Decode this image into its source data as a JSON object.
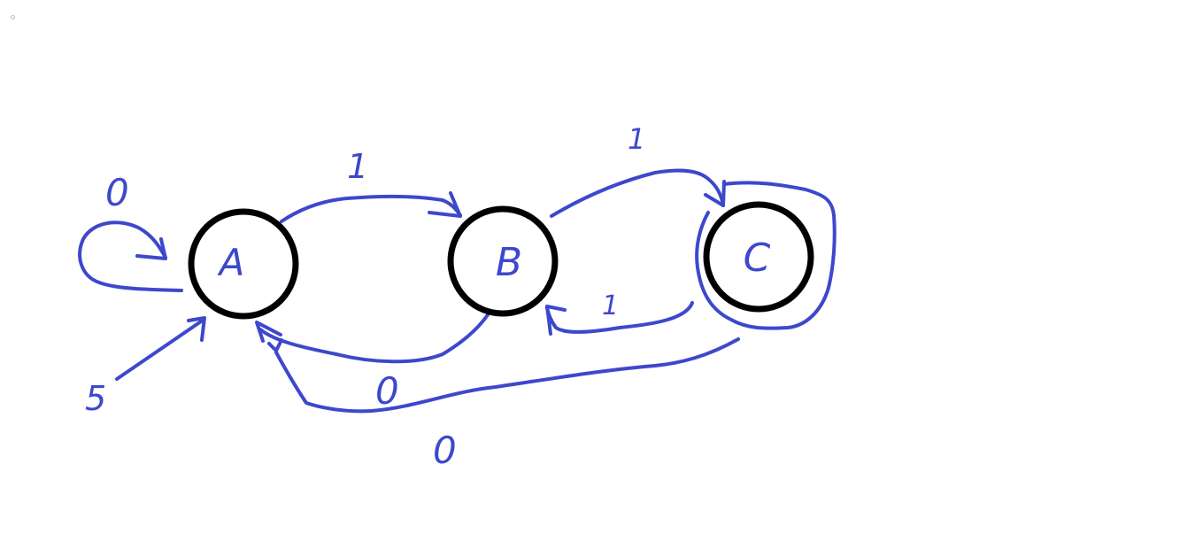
{
  "colors": {
    "ink": "#3d48cc",
    "node_outline": "#000000",
    "background": "#ffffff"
  },
  "states": [
    {
      "id": "A",
      "label": "A",
      "accepting": false,
      "initial": true
    },
    {
      "id": "B",
      "label": "B",
      "accepting": false,
      "initial": false
    },
    {
      "id": "C",
      "label": "C",
      "accepting": true,
      "initial": false
    }
  ],
  "initial_arrow_label": "5",
  "transitions": [
    {
      "from": "A",
      "to": "A",
      "label": "0"
    },
    {
      "from": "A",
      "to": "B",
      "label": "1"
    },
    {
      "from": "B",
      "to": "C",
      "label": "1"
    },
    {
      "from": "C",
      "to": "B",
      "label": "1"
    },
    {
      "from": "B",
      "to": "A",
      "label": "0"
    },
    {
      "from": "C",
      "to": "A",
      "label": "0"
    }
  ]
}
